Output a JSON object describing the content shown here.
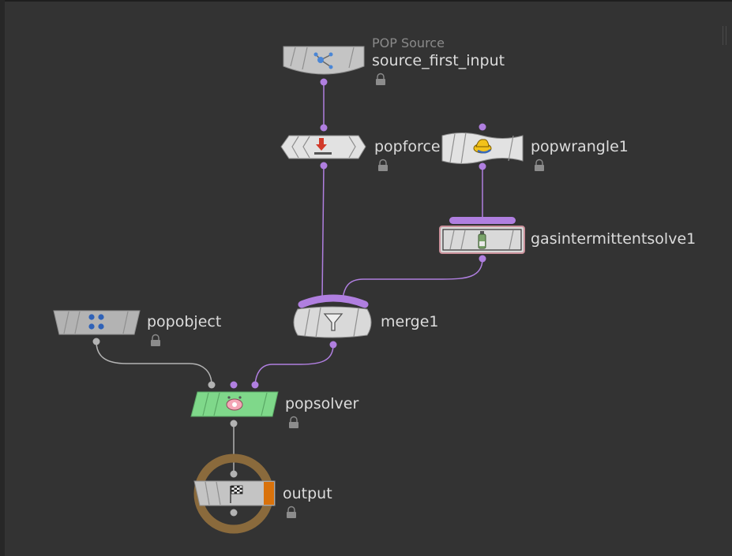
{
  "network": {
    "nodes": [
      {
        "id": "source_first_input",
        "label": "source_first_input",
        "type_label": "POP Source",
        "icon": "scatter-points-icon",
        "color": "#bfbfbf"
      },
      {
        "id": "popforce",
        "label": "popforce",
        "icon": "force-arrow-icon",
        "color": "#e0e0e0"
      },
      {
        "id": "popwrangle1",
        "label": "popwrangle1",
        "icon": "cowboy-hat-icon",
        "color": "#e0e0e0"
      },
      {
        "id": "gasintermittentsolve1",
        "label": "gasintermittentsolve1",
        "icon": "timer-bottle-icon",
        "color": "#d9d9d9"
      },
      {
        "id": "merge1",
        "label": "merge1",
        "icon": "funnel-icon",
        "color": "#d9d9d9"
      },
      {
        "id": "popobject",
        "label": "popobject",
        "icon": "particles-icon",
        "color": "#b3b3b3"
      },
      {
        "id": "popsolver",
        "label": "popsolver",
        "icon": "solver-icon",
        "color": "#7fd88a"
      },
      {
        "id": "output",
        "label": "output",
        "icon": "checkered-flag-icon",
        "color": "#bfbfbf"
      }
    ],
    "colors": {
      "background": "#333333",
      "wire_pop": "#b07fe0",
      "wire_plain": "#b3b3b3",
      "output_ring": "#8a6a3c",
      "display_flag": "#d9720b",
      "gas_border": "#c9909a"
    }
  }
}
